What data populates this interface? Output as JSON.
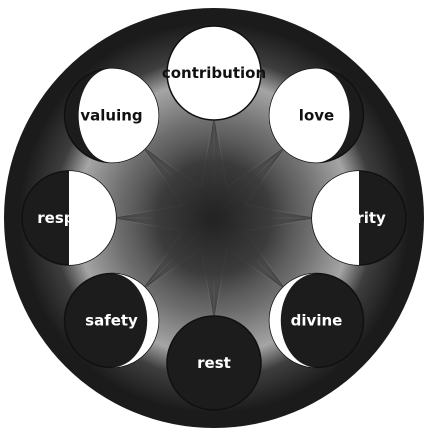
{
  "colors": {
    "background": "#ffffff",
    "disc_dark": "#1b1b1b",
    "disc_glow": "#9a9a9a",
    "moon_dark": "#1c1c1c",
    "moon_light": "#ffffff",
    "label_on_light": "#111111",
    "label_on_dark": "#ffffff"
  },
  "moons": [
    {
      "label": "contribution",
      "phase": "full",
      "lit_fraction": 1.0,
      "lit_side": "full"
    },
    {
      "label": "love",
      "phase": "waxing-gibbous",
      "lit_fraction": 0.85,
      "lit_side": "left"
    },
    {
      "label": "clarity",
      "phase": "first-quarter",
      "lit_fraction": 0.5,
      "lit_side": "left"
    },
    {
      "label": "divine",
      "phase": "waxing-crescent",
      "lit_fraction": 0.12,
      "lit_side": "left"
    },
    {
      "label": "rest",
      "phase": "new",
      "lit_fraction": 0.0,
      "lit_side": "none"
    },
    {
      "label": "safety",
      "phase": "waning-crescent",
      "lit_fraction": 0.12,
      "lit_side": "right"
    },
    {
      "label": "respect",
      "phase": "last-quarter",
      "lit_fraction": 0.5,
      "lit_side": "right"
    },
    {
      "label": "valuing",
      "phase": "waning-gibbous",
      "lit_fraction": 0.85,
      "lit_side": "right"
    }
  ]
}
